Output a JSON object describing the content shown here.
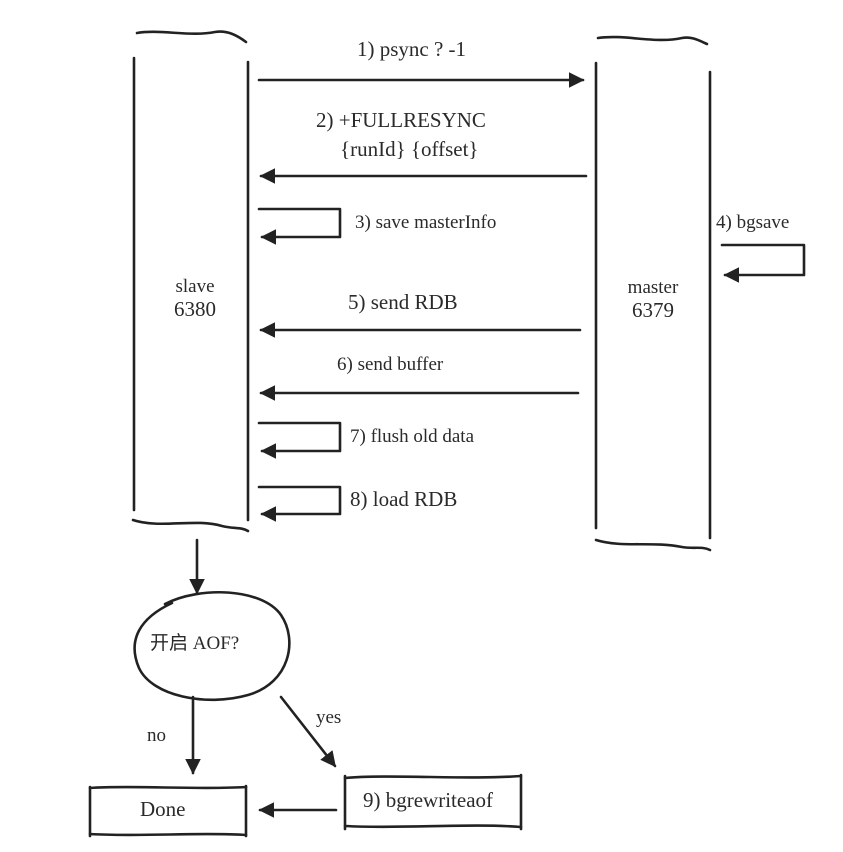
{
  "nodes": {
    "slave": {
      "name": "slave",
      "port": "6380"
    },
    "master": {
      "name": "master",
      "port": "6379"
    },
    "decision": "开启 AOF?",
    "done": "Done",
    "rewrite": "9) bgrewriteaof"
  },
  "steps": {
    "s1": "1) psync ? -1",
    "s2a": "2) +FULLRESYNC",
    "s2b": "{runId} {offset}",
    "s3": "3) save masterInfo",
    "s4": "4) bgsave",
    "s5": "5) send RDB",
    "s6": "6) send buffer",
    "s7": "7) flush old data",
    "s8": "8) load RDB"
  },
  "branches": {
    "no": "no",
    "yes": "yes"
  },
  "colors": {
    "ink": "#222222",
    "background": "#ffffff"
  }
}
